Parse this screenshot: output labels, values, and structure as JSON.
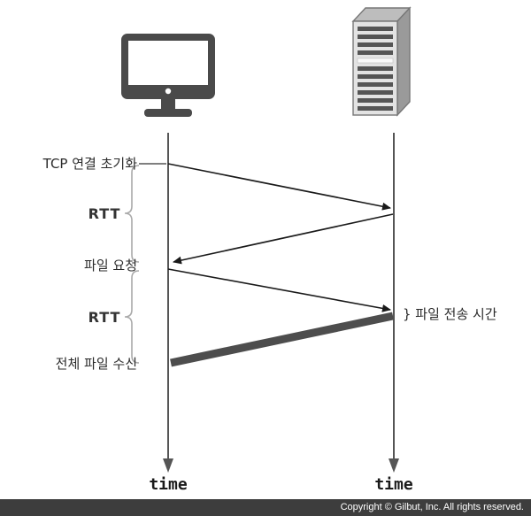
{
  "diagram": {
    "title_hint": "TCP file transfer timing sequence diagram",
    "labels": {
      "tcp_init": "TCP 연결 초기화",
      "rtt1": "RTT",
      "file_request": "파일 요청",
      "rtt2": "RTT",
      "full_file_received": "전체 파일 수신",
      "file_transfer_time": "} 파일 전송 시간",
      "client_time": "time",
      "server_time": "time"
    },
    "icons": {
      "client": "monitor-icon",
      "server": "server-icon"
    },
    "colors": {
      "lifeline": "#555555",
      "arrow": "#1a1a1a",
      "thick_bar": "#4d4d4d",
      "brace": "#aaaaaa",
      "footer_bg": "#3d3d3d",
      "footer_text": "#ffffff"
    }
  },
  "footer": {
    "copyright": "Copyright © Gilbut, Inc. All rights reserved."
  }
}
